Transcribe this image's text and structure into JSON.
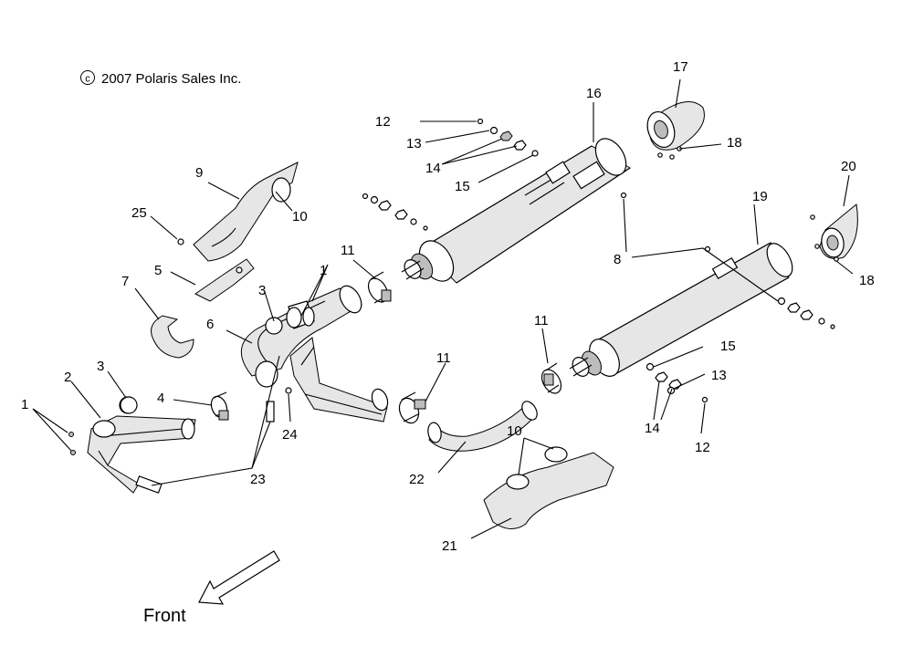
{
  "copyright": {
    "symbol": "c",
    "text": "2007 Polaris Sales Inc."
  },
  "direction_label": "Front",
  "callouts": {
    "c1a": "1",
    "c1b": "1",
    "c2": "2",
    "c3a": "3",
    "c3b": "3",
    "c4": "4",
    "c5": "5",
    "c6": "6",
    "c7": "7",
    "c8": "8",
    "c9": "9",
    "c10a": "10",
    "c10b": "10",
    "c11a": "11",
    "c11b": "11",
    "c11c": "11",
    "c12a": "12",
    "c12b": "12",
    "c13a": "13",
    "c13b": "13",
    "c14a": "14",
    "c14b": "14",
    "c15a": "15",
    "c15b": "15",
    "c16": "16",
    "c17": "17",
    "c18a": "18",
    "c18b": "18",
    "c19": "19",
    "c20": "20",
    "c21": "21",
    "c22": "22",
    "c23": "23",
    "c24": "24",
    "c25": "25"
  },
  "colors": {
    "line": "#000000",
    "part_fill": "#ffffff",
    "shade": "#e6e6e6",
    "dark_shade": "#bdbdbd"
  }
}
